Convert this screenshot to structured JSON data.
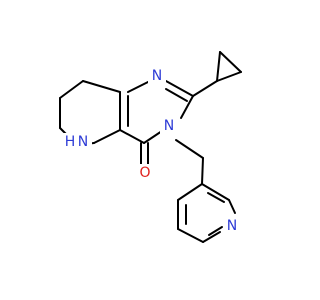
{
  "molecule": {
    "atoms": {
      "n_top": {
        "label": "N",
        "color": "#2d3bd6"
      },
      "n_mid": {
        "label": "N",
        "color": "#2d3bd6"
      },
      "nh": {
        "label": "H",
        "color": "#2d3bd6"
      },
      "nh_n": {
        "label": "N",
        "color": "#2d3bd6"
      },
      "o": {
        "label": "O",
        "color": "#e0201c"
      },
      "n_py": {
        "label": "N",
        "color": "#2d3bd6"
      }
    },
    "bond_color": "#000000"
  }
}
